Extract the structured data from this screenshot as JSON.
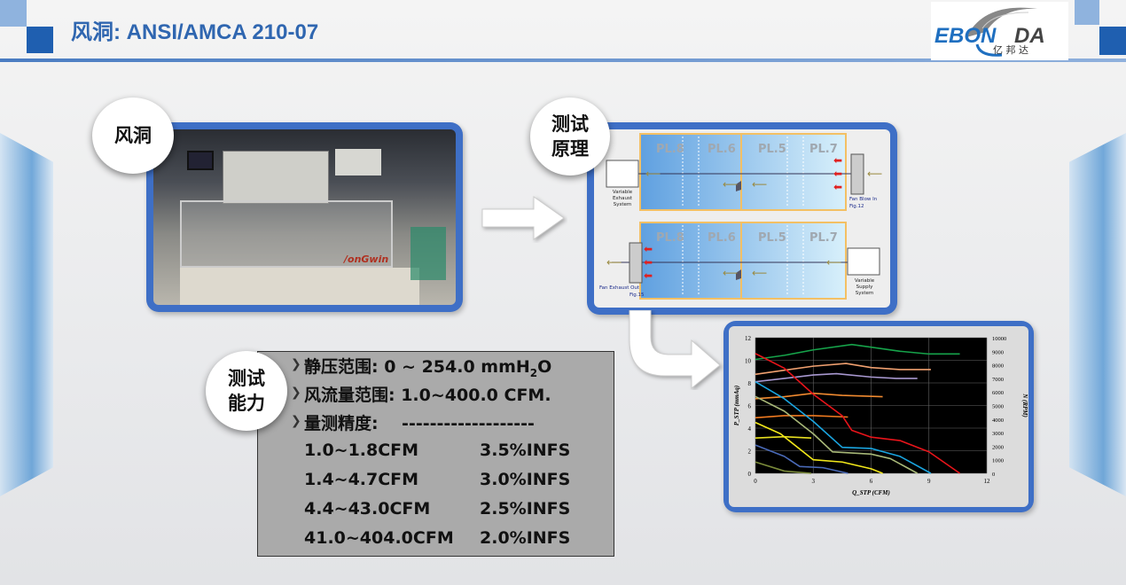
{
  "title": "风洞: ANSI/AMCA 210-07",
  "logo": {
    "brand": "EBONDA",
    "chinese": "亿邦达"
  },
  "colors": {
    "accent": "#2f66b0",
    "frame": "#3e6fc6"
  },
  "bubbles": {
    "wind_tunnel": "风洞",
    "principle_1": "测试",
    "principle_2": "原理",
    "capability_1": "测试",
    "capability_2": "能力"
  },
  "photo": {
    "brand_label": "/onGwin"
  },
  "diagram": {
    "planes": [
      "PL.8",
      "PL.6",
      "PL.5",
      "PL.7"
    ],
    "top": {
      "left_label": [
        "Variable",
        "Exhaust",
        "System"
      ],
      "right_label": [
        "Fan Blow In",
        "Fig.12"
      ]
    },
    "bottom": {
      "left_label": [
        "Fan Exhaust Out",
        "Fig.15"
      ],
      "right_label": [
        "Variable",
        "Supply",
        "System"
      ]
    }
  },
  "capability": {
    "static_pressure_label": "静压范围: 0 ~ 254.0 mmH",
    "static_pressure_sub": "2",
    "static_pressure_tail": "O",
    "airflow": "风流量范围: 1.0~400.0 CFM.",
    "accuracy": "量测精度:    -------------------",
    "rows": [
      [
        "1.0~1.8CFM",
        "3.5%INFS"
      ],
      [
        "1.4~4.7CFM",
        "3.0%INFS"
      ],
      [
        "4.4~43.0CFM",
        "2.5%INFS"
      ],
      [
        "41.0~404.0CFM",
        "2.0%INFS"
      ]
    ]
  },
  "chart_data": {
    "type": "line",
    "xlabel": "Q_STP (CFM)",
    "ylabel": "P_STP (mmAq)",
    "y2label": "N (RPM)",
    "xlim": [
      0,
      12
    ],
    "ylim": [
      0,
      12
    ],
    "y2lim": [
      0,
      10000
    ],
    "xticks": [
      "0",
      "3",
      "6",
      "9",
      "12"
    ],
    "yticks": [
      "0",
      "2",
      "4",
      "6",
      "8",
      "10",
      "12"
    ],
    "y2ticks": [
      "0",
      "1000",
      "2000",
      "3000",
      "4000",
      "5000",
      "6000",
      "7000",
      "8000",
      "9000",
      "10000"
    ],
    "grid": true,
    "pressure_series": [
      {
        "color": "#e8141a",
        "points": [
          [
            0,
            10.6
          ],
          [
            1.5,
            9.3
          ],
          [
            3,
            7
          ],
          [
            4.5,
            5.1
          ],
          [
            5,
            3.8
          ],
          [
            6,
            3.2
          ],
          [
            7.5,
            2.9
          ],
          [
            9,
            1.9
          ],
          [
            10.6,
            0
          ]
        ]
      },
      {
        "color": "#1aa5e0",
        "points": [
          [
            0,
            8.1
          ],
          [
            1.5,
            6.6
          ],
          [
            3,
            4.6
          ],
          [
            4.5,
            2.3
          ],
          [
            6,
            2.2
          ],
          [
            7.5,
            1.5
          ],
          [
            9.1,
            0
          ]
        ]
      },
      {
        "color": "#a8b878",
        "points": [
          [
            0,
            6.8
          ],
          [
            1.5,
            5.5
          ],
          [
            3,
            3.5
          ],
          [
            4,
            1.9
          ],
          [
            6,
            1.7
          ],
          [
            7,
            1.3
          ],
          [
            8.4,
            0
          ]
        ]
      },
      {
        "color": "#f2e81a",
        "points": [
          [
            0,
            4.5
          ],
          [
            1.3,
            3.5
          ],
          [
            3,
            1.2
          ],
          [
            4.5,
            1
          ],
          [
            6,
            0.4
          ],
          [
            6.6,
            0
          ]
        ]
      },
      {
        "color": "#4a6ab8",
        "points": [
          [
            0,
            2.5
          ],
          [
            1.5,
            1.5
          ],
          [
            2.3,
            0.6
          ],
          [
            3.5,
            0.5
          ],
          [
            4.8,
            0
          ]
        ]
      },
      {
        "color": "#7a8a3a",
        "points": [
          [
            0,
            1
          ],
          [
            1.5,
            0.2
          ],
          [
            2.9,
            0
          ]
        ]
      }
    ],
    "rpm_series": [
      {
        "color": "#16a34a",
        "points": [
          [
            0,
            8400
          ],
          [
            1.5,
            8700
          ],
          [
            3,
            9100
          ],
          [
            5,
            9500
          ],
          [
            6,
            9300
          ],
          [
            7.5,
            9000
          ],
          [
            9,
            8800
          ],
          [
            10.6,
            8800
          ]
        ]
      },
      {
        "color": "#f0a070",
        "points": [
          [
            0,
            7300
          ],
          [
            1.5,
            7600
          ],
          [
            3,
            7900
          ],
          [
            4.7,
            8100
          ],
          [
            6,
            7800
          ],
          [
            7.5,
            7650
          ],
          [
            9.1,
            7650
          ]
        ]
      },
      {
        "color": "#a898d0",
        "points": [
          [
            0,
            6750
          ],
          [
            1.5,
            7000
          ],
          [
            3,
            7250
          ],
          [
            4.2,
            7350
          ],
          [
            6,
            7100
          ],
          [
            7.3,
            7000
          ],
          [
            8.4,
            7000
          ]
        ]
      },
      {
        "color": "#f08a30",
        "points": [
          [
            0,
            5500
          ],
          [
            1.5,
            5650
          ],
          [
            3,
            5900
          ],
          [
            4.5,
            5750
          ],
          [
            6.6,
            5650
          ]
        ]
      },
      {
        "color": "#f07a20",
        "points": [
          [
            0,
            4100
          ],
          [
            1.5,
            4250
          ],
          [
            3,
            4250
          ],
          [
            4.8,
            4150
          ]
        ]
      },
      {
        "color": "#e8e020",
        "points": [
          [
            0,
            2600
          ],
          [
            1.5,
            2700
          ],
          [
            2.9,
            2600
          ]
        ]
      }
    ]
  }
}
